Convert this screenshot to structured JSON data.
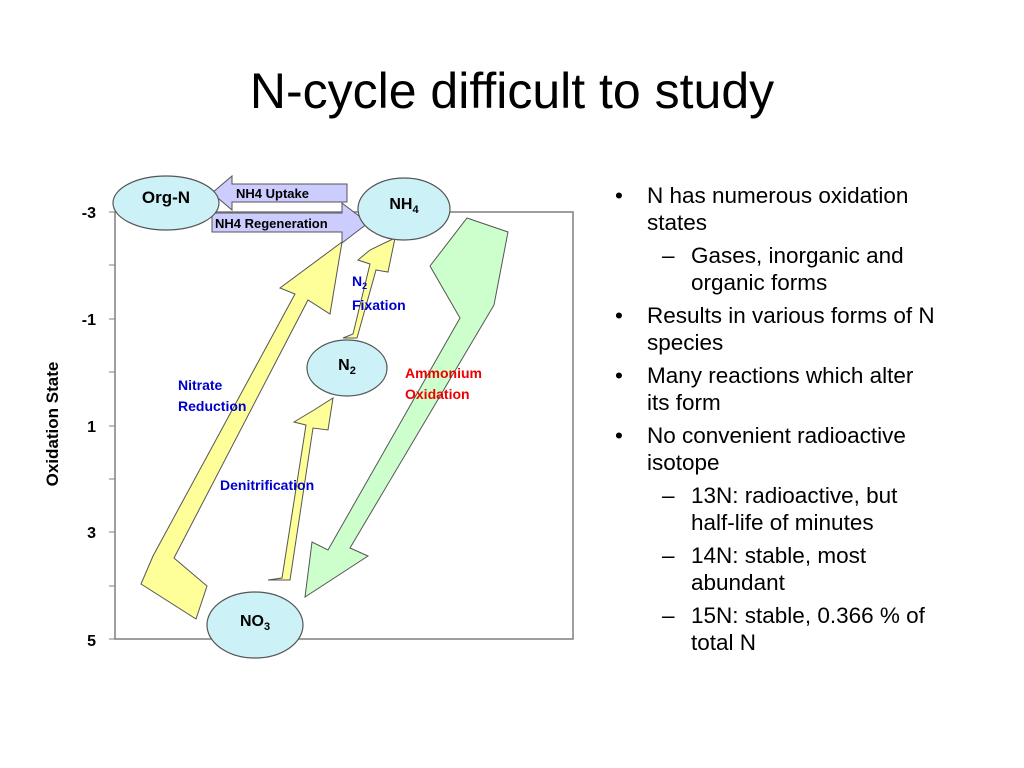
{
  "slide": {
    "title": "N-cycle difficult to study"
  },
  "diagram": {
    "y_axis_label": "Oxidation State",
    "y_ticks": [
      "-3",
      "-1",
      "1",
      "3",
      "5"
    ],
    "nodes": {
      "org_n": "Org-N",
      "nh4": "NH",
      "nh4_sub": "4",
      "n2": "N",
      "n2_sub": "2",
      "no3": "NO",
      "no3_sub": "3"
    },
    "processes": {
      "nh4_uptake": "NH4 Uptake",
      "nh4_regeneration": "NH4 Regeneration",
      "n2_fixation_n": "N",
      "n2_fixation_sub": "2",
      "n2_fixation_word": "Fixation",
      "nitrate_reduction_1": "Nitrate",
      "nitrate_reduction_2": "Reduction",
      "ammonium_oxidation_1": "Ammonium",
      "ammonium_oxidation_2": "Oxidation",
      "denitrification": "Denitrification"
    },
    "colors": {
      "node_fill": "#ccf2f8",
      "yellow_arrow": "#ffff99",
      "green_arrow": "#ccffcc",
      "box_arrow": "#ccccff",
      "blue_label": "#0000cc",
      "red_label": "#ee0000"
    }
  },
  "bullets": [
    {
      "level": 1,
      "lines": [
        "N has numerous oxidation",
        "states"
      ]
    },
    {
      "level": 2,
      "lines": [
        "Gases, inorganic and",
        "organic forms"
      ]
    },
    {
      "level": 1,
      "lines": [
        "Results in various forms of N",
        "species"
      ]
    },
    {
      "level": 1,
      "lines": [
        "Many reactions which alter",
        "its form"
      ]
    },
    {
      "level": 1,
      "lines": [
        "No convenient radioactive",
        "isotope"
      ]
    },
    {
      "level": 2,
      "lines": [
        "13N: radioactive, but",
        "half-life of minutes"
      ]
    },
    {
      "level": 2,
      "lines": [
        "14N: stable, most",
        "abundant"
      ]
    },
    {
      "level": 2,
      "lines": [
        "15N: stable, 0.366 % of",
        "total N"
      ]
    }
  ]
}
